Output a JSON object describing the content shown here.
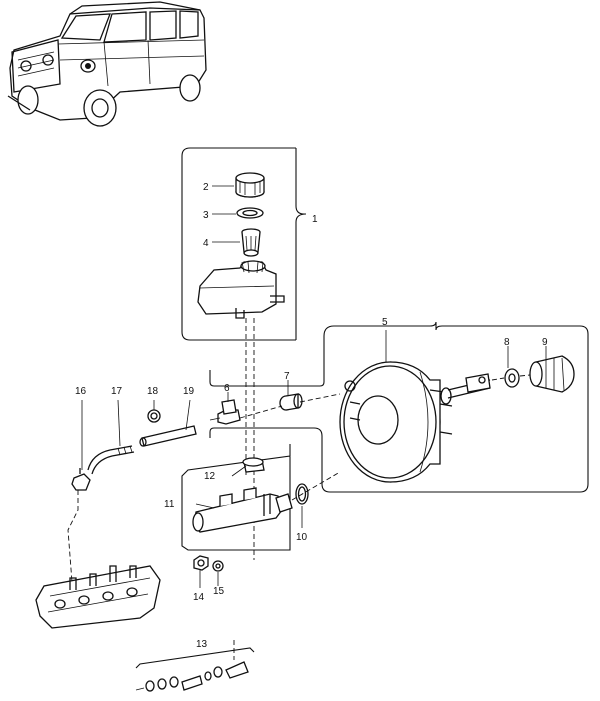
{
  "callouts": [
    {
      "id": "1",
      "label": "1"
    },
    {
      "id": "2",
      "label": "2"
    },
    {
      "id": "3",
      "label": "3"
    },
    {
      "id": "4",
      "label": "4"
    },
    {
      "id": "5",
      "label": "5"
    },
    {
      "id": "6",
      "label": "6"
    },
    {
      "id": "7",
      "label": "7"
    },
    {
      "id": "8",
      "label": "8"
    },
    {
      "id": "9",
      "label": "9"
    },
    {
      "id": "10",
      "label": "10"
    },
    {
      "id": "11",
      "label": "11"
    },
    {
      "id": "12",
      "label": "12"
    },
    {
      "id": "13",
      "label": "13"
    },
    {
      "id": "14",
      "label": "14"
    },
    {
      "id": "15",
      "label": "15"
    },
    {
      "id": "16",
      "label": "16"
    },
    {
      "id": "17",
      "label": "17"
    },
    {
      "id": "18",
      "label": "18"
    },
    {
      "id": "19",
      "label": "19"
    }
  ]
}
